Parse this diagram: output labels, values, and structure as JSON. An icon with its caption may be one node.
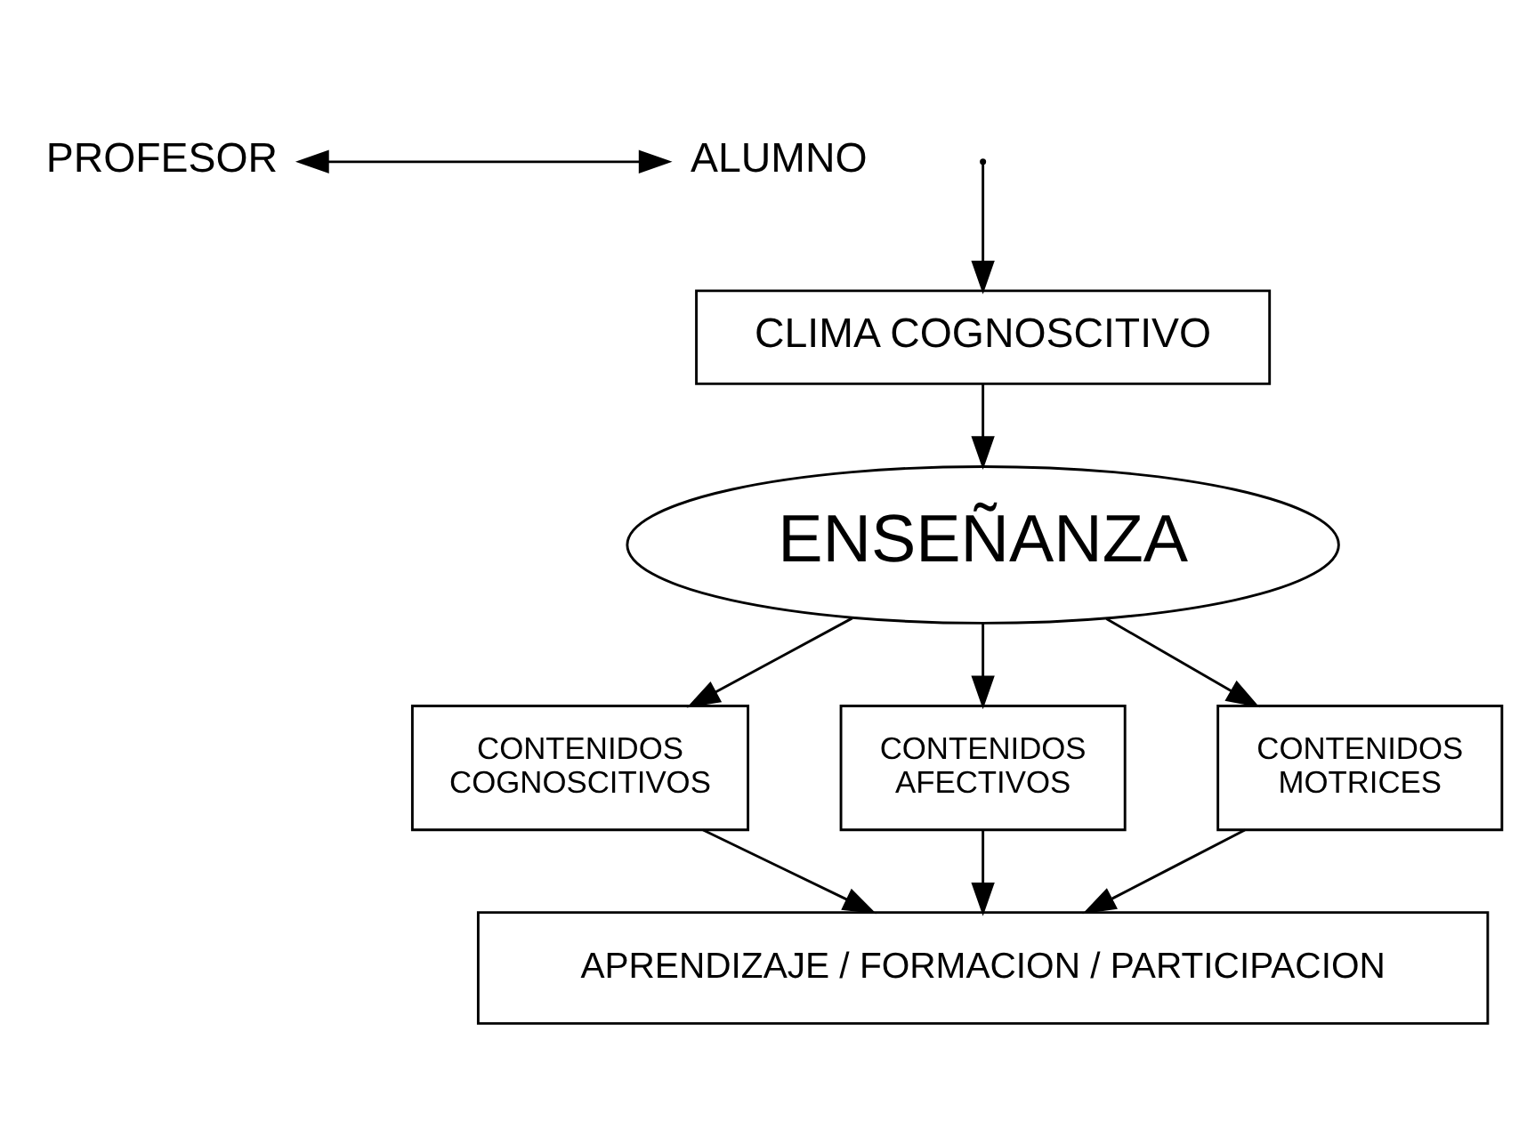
{
  "diagram": {
    "nodes": [
      {
        "text": [
          "PROFESOR"
        ]
      },
      {
        "text": [
          "ALUMNO"
        ]
      },
      {
        "text": [
          "CLIMA COGNOSCITIVO"
        ]
      },
      {
        "text": [
          "ENSEÑANZA"
        ]
      },
      {
        "text": [
          "CONTENIDOS COGNOSCITIVOS"
        ]
      },
      {
        "text": [
          "CONTENIDOS AFECTIVOS"
        ]
      },
      {
        "text": [
          "CONTENIDOS MOTRICES"
        ]
      },
      {
        "text": [
          "APRENDIZAJE / FORMACION / PARTICIPACION"
        ]
      }
    ],
    "edges": [
      {
        "from": 0,
        "to": 1,
        "arrow": "both"
      },
      {
        "from": null,
        "to": 2,
        "arrow": "to"
      },
      {
        "from": 2,
        "to": 3,
        "arrow": "to"
      },
      {
        "from": 3,
        "to": 4,
        "arrow": "to"
      },
      {
        "from": 3,
        "to": 5,
        "arrow": "to"
      },
      {
        "from": 3,
        "to": 6,
        "arrow": "to"
      },
      {
        "from": 4,
        "to": 7,
        "arrow": "to"
      },
      {
        "from": 5,
        "to": 7,
        "arrow": "to"
      },
      {
        "from": 6,
        "to": 7,
        "arrow": "to"
      }
    ]
  }
}
